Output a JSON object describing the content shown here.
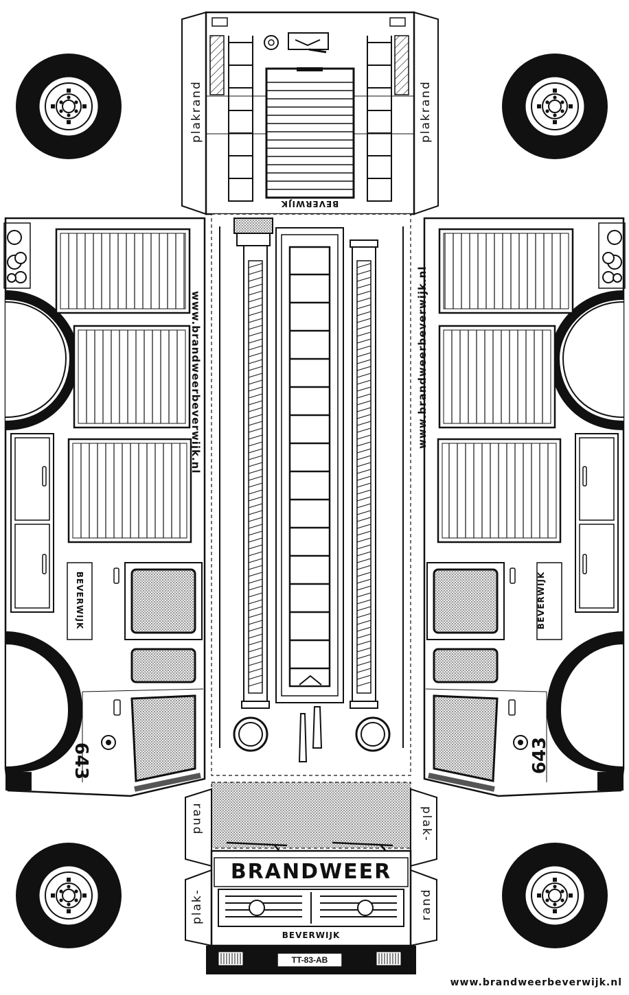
{
  "sheet": {
    "glue_flap": "plakrand",
    "glue_flap_split_top": "plak-",
    "glue_flap_split_bottom": "rand",
    "website": "www.brandweerbeverwijk.nl",
    "town": "BEVERWIJK",
    "unit_number": "643",
    "front_title": "BRANDWEER",
    "license_plate": "TT-83-AB",
    "footer_url": "www.brandweerbeverwijk.nl"
  }
}
